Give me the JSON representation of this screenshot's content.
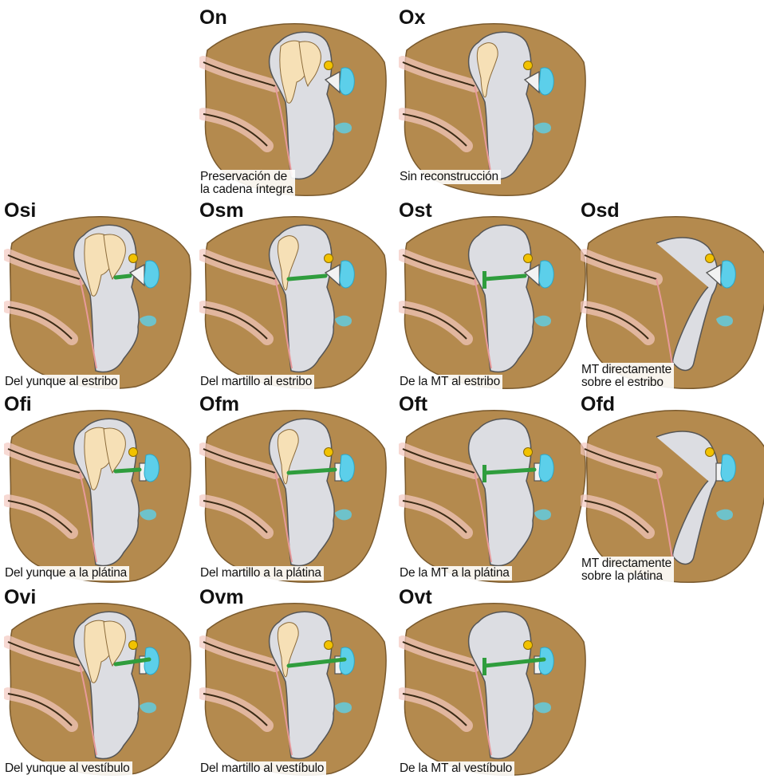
{
  "colors": {
    "bone": "#b48a4e",
    "bone_dark": "#7a5a2e",
    "cavity": "#dcdde2",
    "membrane_edge": "#e79a9a",
    "ossicle": "#f6e0b6",
    "prosthesis": "#2f9d3d",
    "window": "#5ccfea",
    "facial_nerve": "#f2c200"
  },
  "panels": [
    {
      "id": "On",
      "code": "On",
      "caption": [
        "Preservación de",
        "la cadena íntegra"
      ],
      "variant": "intact",
      "prosthesis": "none"
    },
    {
      "id": "Ox",
      "code": "Ox",
      "caption": [
        "Sin reconstrucción"
      ],
      "variant": "none",
      "prosthesis": "none"
    },
    {
      "id": "Osi",
      "code": "Osi",
      "caption": [
        "Del yunque al estribo"
      ],
      "variant": "incus",
      "prosthesis": "stapes"
    },
    {
      "id": "Osm",
      "code": "Osm",
      "caption": [
        "Del martillo al estribo"
      ],
      "variant": "malleus",
      "prosthesis": "stapes"
    },
    {
      "id": "Ost",
      "code": "Ost",
      "caption": [
        "De la MT al estribo"
      ],
      "variant": "tm",
      "prosthesis": "stapes"
    },
    {
      "id": "Osd",
      "code": "Osd",
      "caption": [
        "MT directamente",
        "sobre el estribo"
      ],
      "variant": "direct",
      "prosthesis": "stapes"
    },
    {
      "id": "Ofi",
      "code": "Ofi",
      "caption": [
        "Del yunque a la plátina"
      ],
      "variant": "incus",
      "prosthesis": "footplate"
    },
    {
      "id": "Ofm",
      "code": "Ofm",
      "caption": [
        "Del martillo a la plátina"
      ],
      "variant": "malleus",
      "prosthesis": "footplate"
    },
    {
      "id": "Oft",
      "code": "Oft",
      "caption": [
        "De la MT a la plátina"
      ],
      "variant": "tm",
      "prosthesis": "footplate"
    },
    {
      "id": "Ofd",
      "code": "Ofd",
      "caption": [
        "MT directamente",
        "sobre la plátina"
      ],
      "variant": "direct",
      "prosthesis": "footplate"
    },
    {
      "id": "Ovi",
      "code": "Ovi",
      "caption": [
        "Del yunque al vestíbulo"
      ],
      "variant": "incus",
      "prosthesis": "vestibule"
    },
    {
      "id": "Ovm",
      "code": "Ovm",
      "caption": [
        "Del martillo al vestíbulo"
      ],
      "variant": "malleus",
      "prosthesis": "vestibule"
    },
    {
      "id": "Ovt",
      "code": "Ovt",
      "caption": [
        "De la MT al vestíbulo"
      ],
      "variant": "tm",
      "prosthesis": "vestibule"
    }
  ]
}
